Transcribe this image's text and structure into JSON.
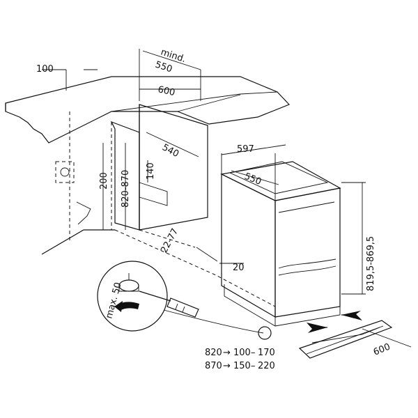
{
  "dimensions": {
    "d100": "100",
    "mind": "mind.",
    "d550_top": "550",
    "d600_top": "600",
    "d597": "597",
    "d540": "540",
    "d550_side": "550",
    "d140": "140",
    "d200": "200",
    "d820_870": "820-870",
    "d22_77": "22-77",
    "d20": "20",
    "d819": "819,5-869,5",
    "d600_plinth": "600",
    "max50": "max. 50"
  },
  "table": {
    "row1": [
      "820",
      "100",
      "170"
    ],
    "row2": [
      "870",
      "150",
      "220"
    ],
    "arrow": "→",
    "dash": "–"
  },
  "icons": [
    "counter-top",
    "wall-cabinet-niche",
    "fridge-unit",
    "plinth-panel",
    "screwdriver-icon",
    "rotate-arrow-icon",
    "adjustable-foot-detail",
    "slide-arrows-icon"
  ]
}
